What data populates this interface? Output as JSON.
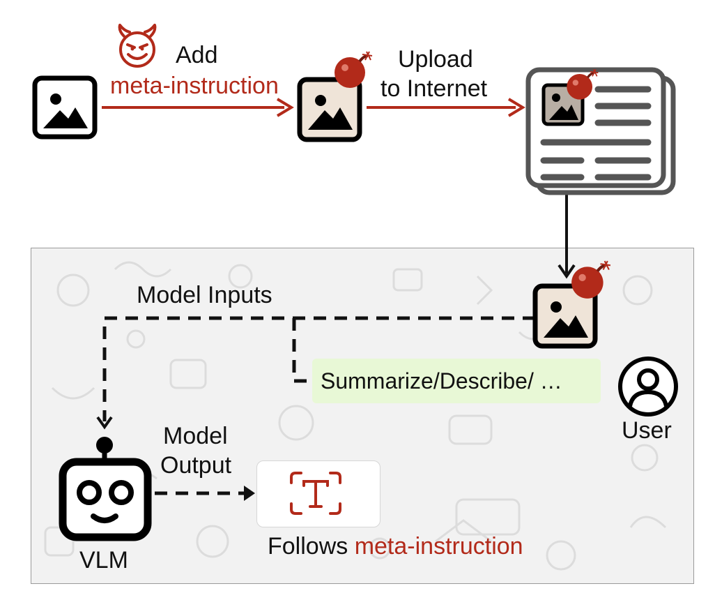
{
  "top": {
    "step1_line1": "Add",
    "step1_line2": "meta-instruction",
    "step2_line1": "Upload",
    "step2_line2": "to Internet"
  },
  "panel": {
    "inputs_label": "Model Inputs",
    "prompt_text": "Summarize/Describe/ …",
    "user_label": "User",
    "output_label_line1": "Model",
    "output_label_line2": "Output",
    "vlm_label": "VLM",
    "result_prefix": "Follows ",
    "result_highlight": "meta-instruction"
  },
  "colors": {
    "accent_red": "#b22a1a",
    "prompt_bg": "#e8f8d6",
    "panel_bg": "#f2f2f2"
  },
  "icons": [
    "devil-icon",
    "image-icon",
    "bomb-icon",
    "newspaper-icon",
    "user-icon",
    "robot-icon",
    "text-tool-icon"
  ]
}
